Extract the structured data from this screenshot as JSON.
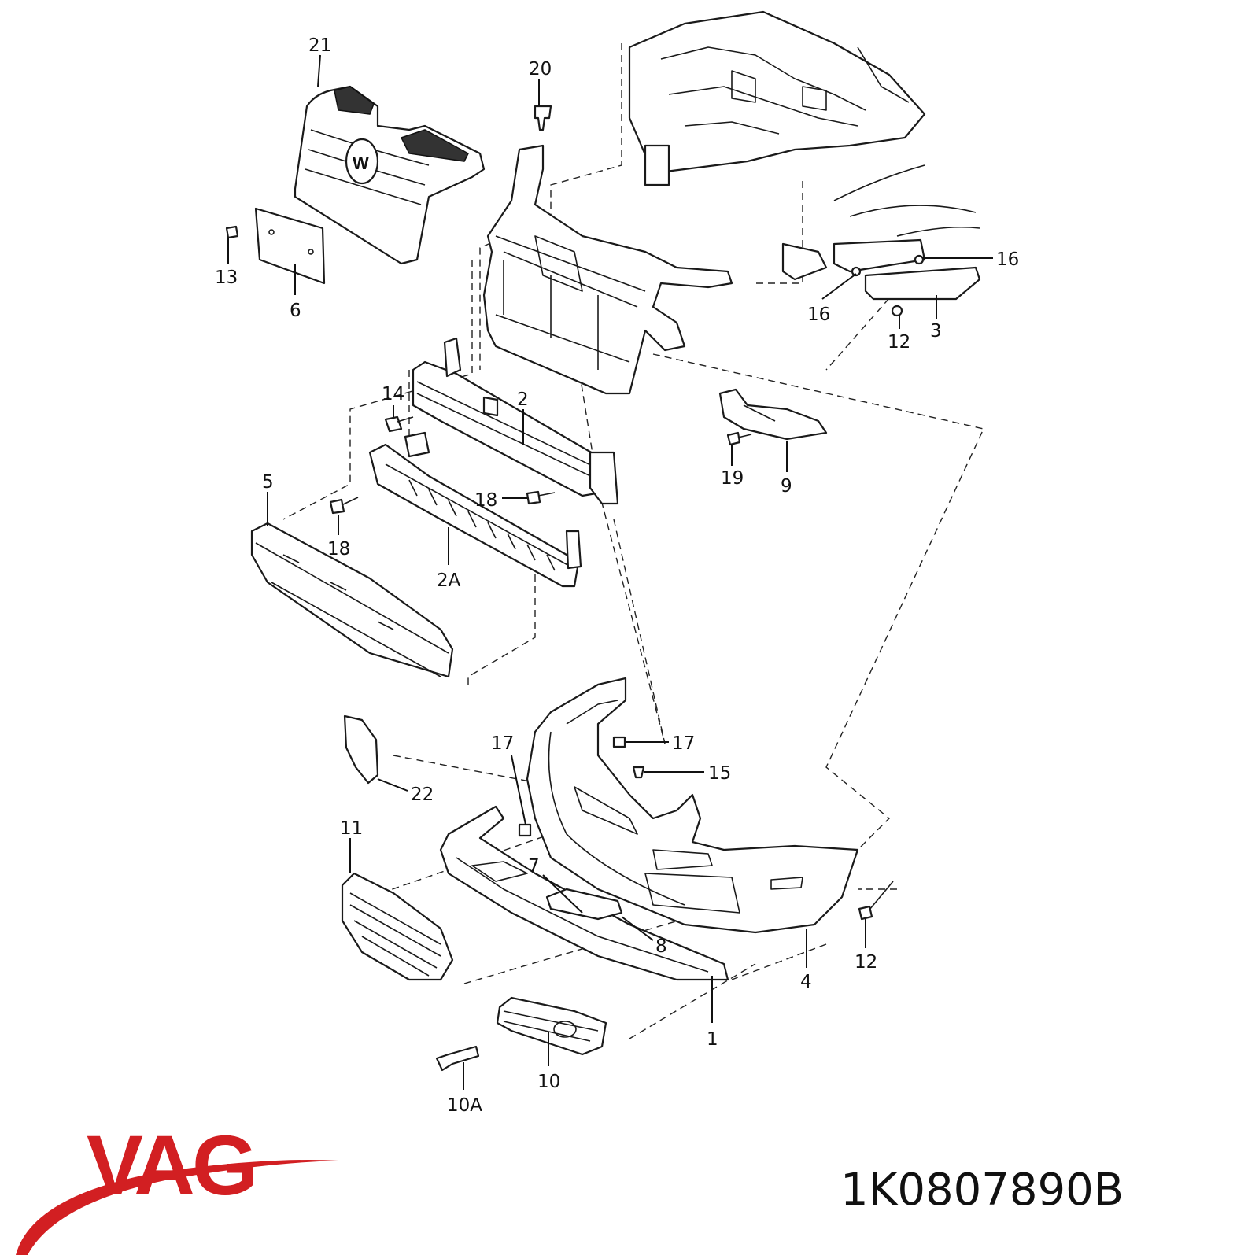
{
  "brand": {
    "name": "VAG",
    "color": "#d21f22"
  },
  "part_number": "1K0807890B",
  "callouts": {
    "c21": "21",
    "c20": "20",
    "c13": "13",
    "c6": "6",
    "c16a": "16",
    "c16b": "16",
    "c12a": "12",
    "c3": "3",
    "c14": "14",
    "c2": "2",
    "c18a": "18",
    "c18b": "18",
    "c5": "5",
    "c2A": "2A",
    "c19": "19",
    "c9": "9",
    "c17a": "17",
    "c17b": "17",
    "c15": "15",
    "c22": "22",
    "c11": "11",
    "c7": "7",
    "c8": "8",
    "c12b": "12",
    "c4": "4",
    "c1": "1",
    "c10": "10",
    "c10A": "10A"
  }
}
